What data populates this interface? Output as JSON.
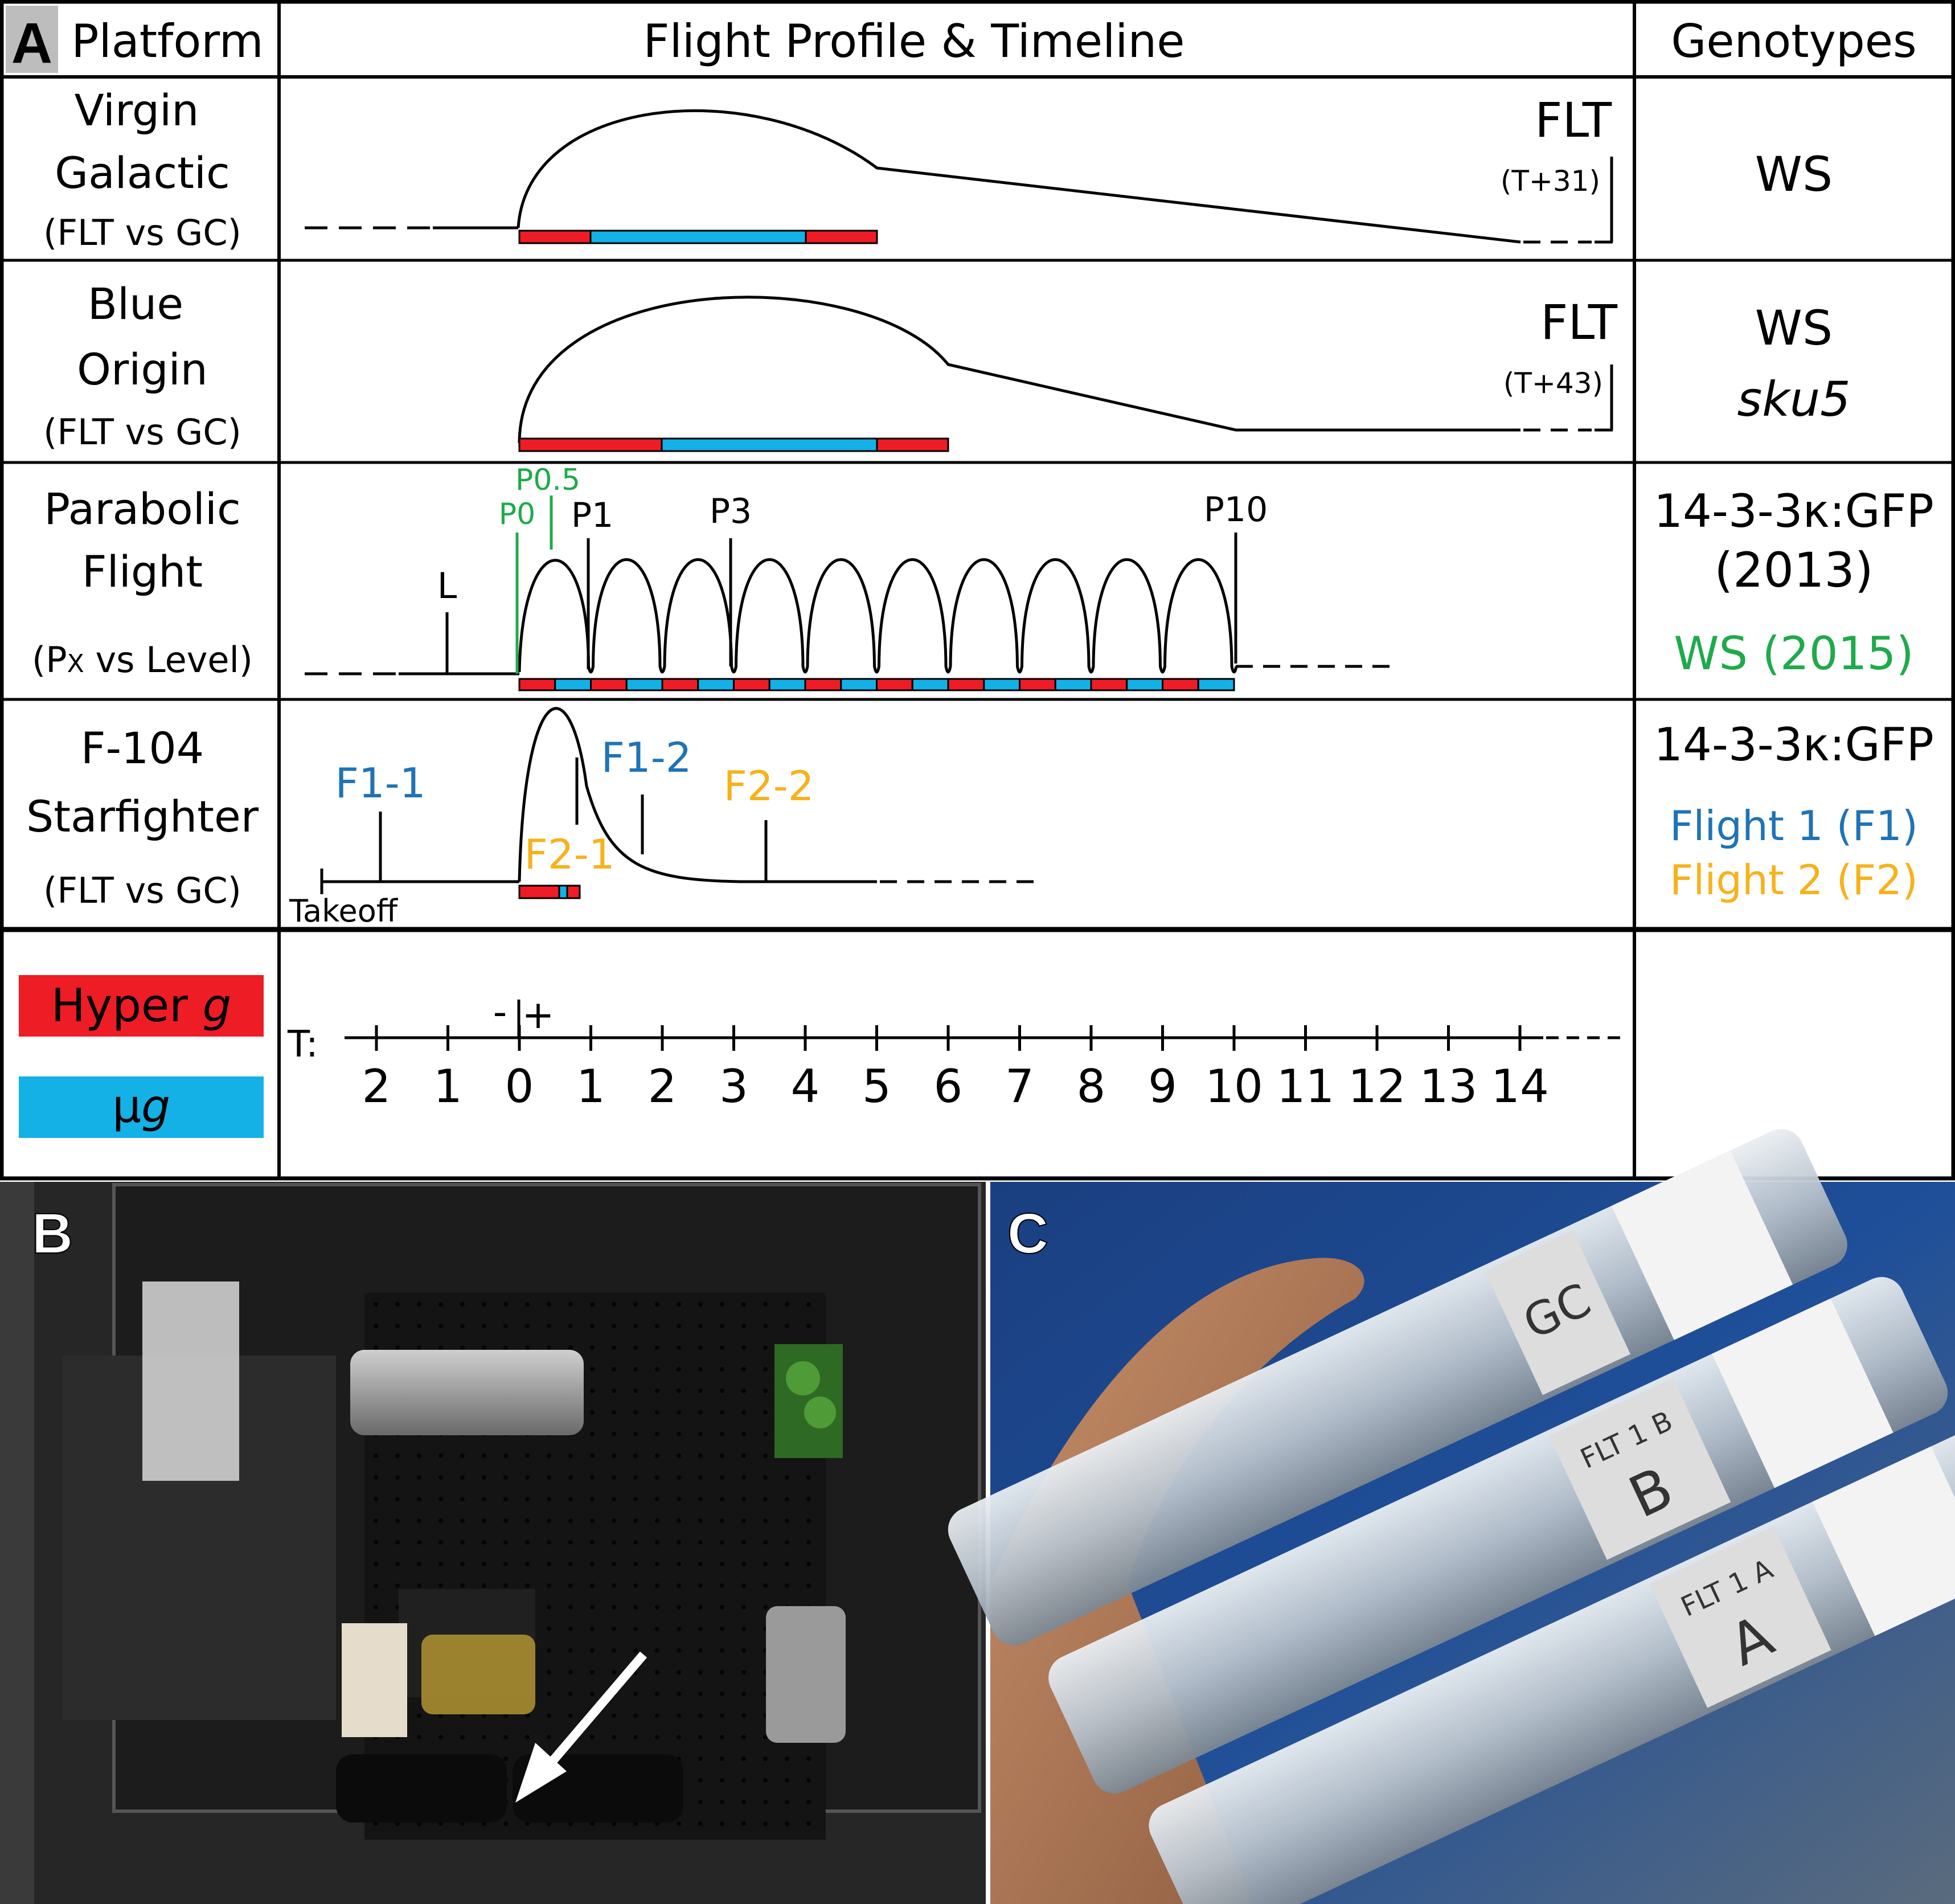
{
  "panel_a": {
    "letter": "A",
    "headers": {
      "platform": "Platform",
      "profile": "Flight Profile & Timeline",
      "genotypes": "Genotypes"
    },
    "rows": [
      {
        "platform_lines": [
          "Virgin",
          "Galactic",
          "(FLT vs GC)"
        ],
        "flt": "FLT",
        "time": "(T+31)",
        "genotypes": [
          "WS"
        ]
      },
      {
        "platform_lines": [
          "Blue",
          "Origin",
          "(FLT vs GC)"
        ],
        "flt": "FLT",
        "time": "(T+43)",
        "genotypes": [
          "WS",
          "sku5"
        ]
      },
      {
        "platform_lines": [
          "Parabolic",
          "Flight",
          "(P",
          "X",
          " vs Level)"
        ],
        "markers": {
          "p05": "P0.5",
          "p0": "P0",
          "p1": "P1",
          "p3": "P3",
          "p10": "P10",
          "l": "L"
        },
        "genotypes": [
          "14-3-3κ:GFP",
          "(2013)",
          "WS (2015)"
        ]
      },
      {
        "platform_lines": [
          "F-104",
          "Starfighter",
          "(FLT vs GC)"
        ],
        "markers": {
          "f11": "F1-1",
          "f12": "F1-2",
          "f21": "F2-1",
          "f22": "F2-2",
          "takeoff": "Takeoff"
        },
        "genotypes": [
          "14-3-3κ:GFP",
          "Flight 1 (F1)",
          "Flight 2 (F2)"
        ]
      }
    ],
    "legend": {
      "hyper": "Hyper ",
      "hyper_g": "g",
      "micro": "μ",
      "micro_g": "g"
    },
    "timeline": {
      "label": "T:",
      "minus": "-",
      "plus": "+",
      "ticks": [
        "2",
        "1",
        "0",
        "1",
        "2",
        "3",
        "4",
        "5",
        "6",
        "7",
        "8",
        "9",
        "10",
        "11",
        "12",
        "13",
        "14"
      ]
    },
    "colors": {
      "hyper": "#ee1c25",
      "micro": "#14b1e7",
      "p_green": "#1faa4b",
      "f1_blue": "#1f73b7",
      "f2_orange": "#f7b21b"
    }
  },
  "panel_b": {
    "letter": "B"
  },
  "panel_c": {
    "letter": "C",
    "tube_labels": [
      "GC",
      "FLT 1 B",
      "B",
      "FLT 1 A",
      "A"
    ]
  }
}
